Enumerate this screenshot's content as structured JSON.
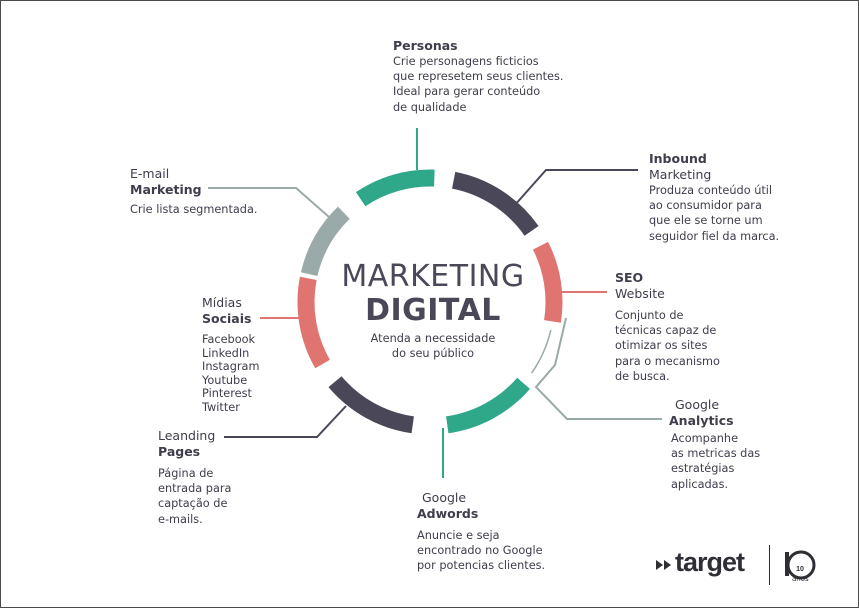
{
  "colors": {
    "teal": "#2fa88a",
    "dark": "#4a4758",
    "coral": "#e07470",
    "grey": "#9aaaa8",
    "text": "#3f3d4c"
  },
  "center": {
    "title_line1": "MARKETING",
    "title_line2": "DIGITAL",
    "subtitle_line1": "Atenda a necessidade",
    "subtitle_line2": "do seu público"
  },
  "items": {
    "personas": {
      "title": "Personas",
      "desc": [
        "Crie personagens ficticios",
        "que represetem seus clientes.",
        "Ideal para gerar conteúdo",
        "de qualidade"
      ]
    },
    "inbound": {
      "title_bold": "Inbound",
      "title_light": "Marketing",
      "desc": [
        "Produza conteúdo útil",
        "ao consumidor para",
        "que ele se torne um",
        "seguidor fiel da marca."
      ]
    },
    "seo": {
      "title_bold": "SEO",
      "title_light": "Website",
      "desc": [
        "Conjunto de",
        "técnicas capaz de",
        "otimizar os sites",
        "para o mecanismo",
        "de busca."
      ]
    },
    "analytics": {
      "title_light": "Google",
      "title_bold": "Analytics",
      "desc": [
        "Acompanhe",
        "as metricas das",
        "estratégias",
        "aplicadas."
      ]
    },
    "adwords": {
      "title_light": "Google",
      "title_bold": "Adwords",
      "desc": [
        "Anuncie e seja",
        "encontrado no Google",
        "por potencias clientes."
      ]
    },
    "landing": {
      "title_light": "Leanding",
      "title_bold": "Pages",
      "desc": [
        "Página de",
        "entrada para",
        "captação de",
        "e-mails."
      ]
    },
    "social": {
      "title_light": "Mídias",
      "title_bold": "Sociais",
      "desc": [
        "Facebook",
        "LinkedIn",
        "Instagram",
        "Youtube",
        "Pinterest",
        "Twitter"
      ]
    },
    "email": {
      "title_light": "E-mail",
      "title_bold": "Marketing",
      "desc": [
        "Crie lista segmentada."
      ]
    }
  },
  "logo": {
    "brand": "target",
    "badge_number": "10",
    "badge_caption": "anos"
  }
}
